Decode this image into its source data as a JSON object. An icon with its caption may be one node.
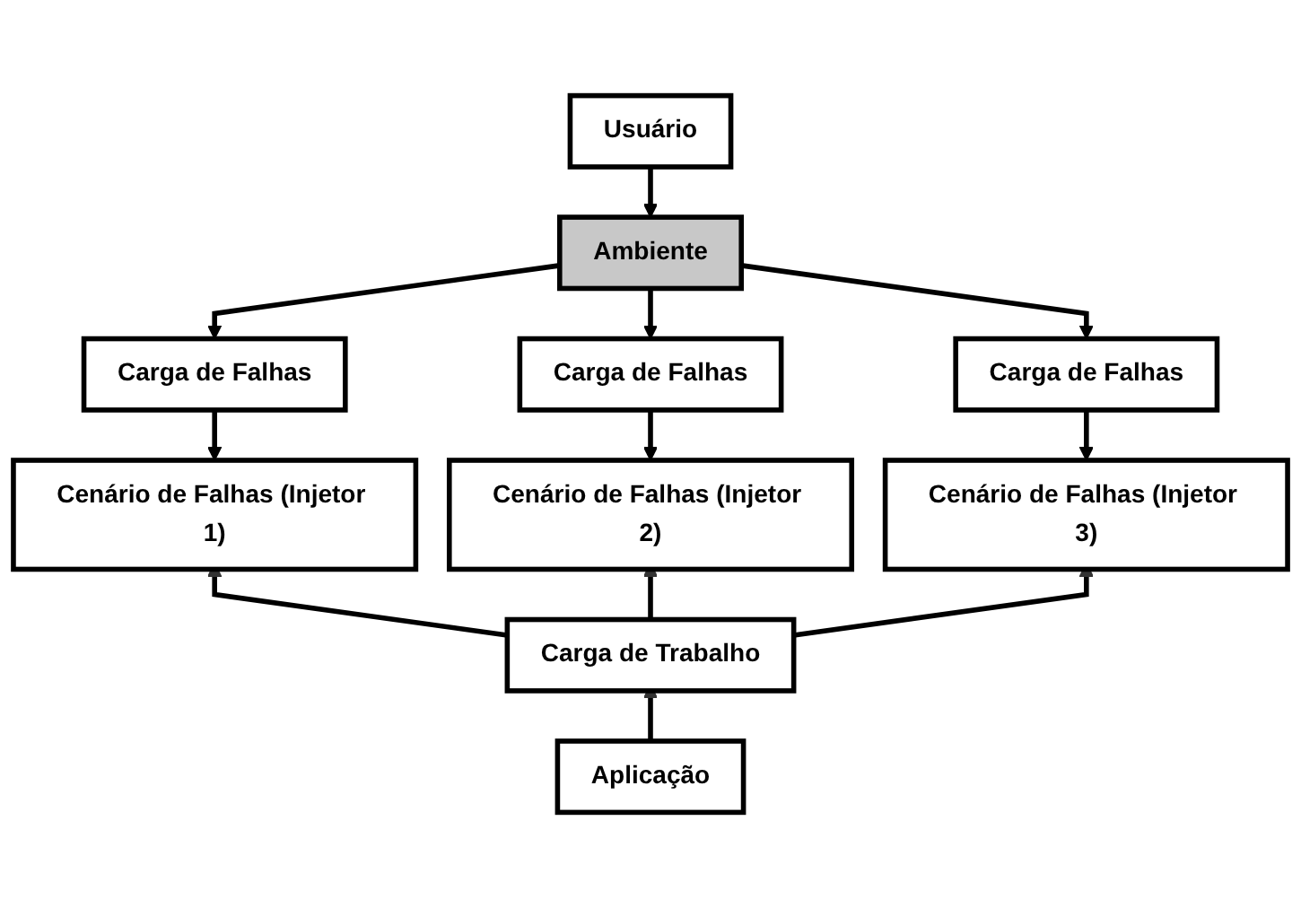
{
  "diagram": {
    "nodes": [
      {
        "text": [
          "Usuário"
        ]
      },
      {
        "text": [
          "Ambiente"
        ]
      },
      {
        "text": [
          "Carga de Falhas"
        ]
      },
      {
        "text": [
          "Carga de Falhas"
        ]
      },
      {
        "text": [
          "Carga de Falhas"
        ]
      },
      {
        "text": [
          "Cenário de Falhas (Injetor 1)"
        ]
      },
      {
        "text": [
          "Cenário de Falhas (Injetor 2)"
        ]
      },
      {
        "text": [
          "Cenário de Falhas (Injetor 3)"
        ]
      },
      {
        "text": [
          "Carga de Trabalho"
        ]
      },
      {
        "text": [
          "Aplicação"
        ]
      }
    ],
    "edges": [
      {
        "from": 0,
        "to": 1,
        "arrow": "to"
      },
      {
        "from": 1,
        "to": 2,
        "arrow": "to"
      },
      {
        "from": 1,
        "to": 3,
        "arrow": "to"
      },
      {
        "from": 1,
        "to": 4,
        "arrow": "to"
      },
      {
        "from": 2,
        "to": 5,
        "arrow": "to"
      },
      {
        "from": 3,
        "to": 6,
        "arrow": "to"
      },
      {
        "from": 4,
        "to": 7,
        "arrow": "to"
      },
      {
        "from": 8,
        "to": 5,
        "arrow": "to"
      },
      {
        "from": 8,
        "to": 6,
        "arrow": "to"
      },
      {
        "from": 8,
        "to": 7,
        "arrow": "to"
      },
      {
        "from": 9,
        "to": 8,
        "arrow": "to"
      }
    ]
  }
}
